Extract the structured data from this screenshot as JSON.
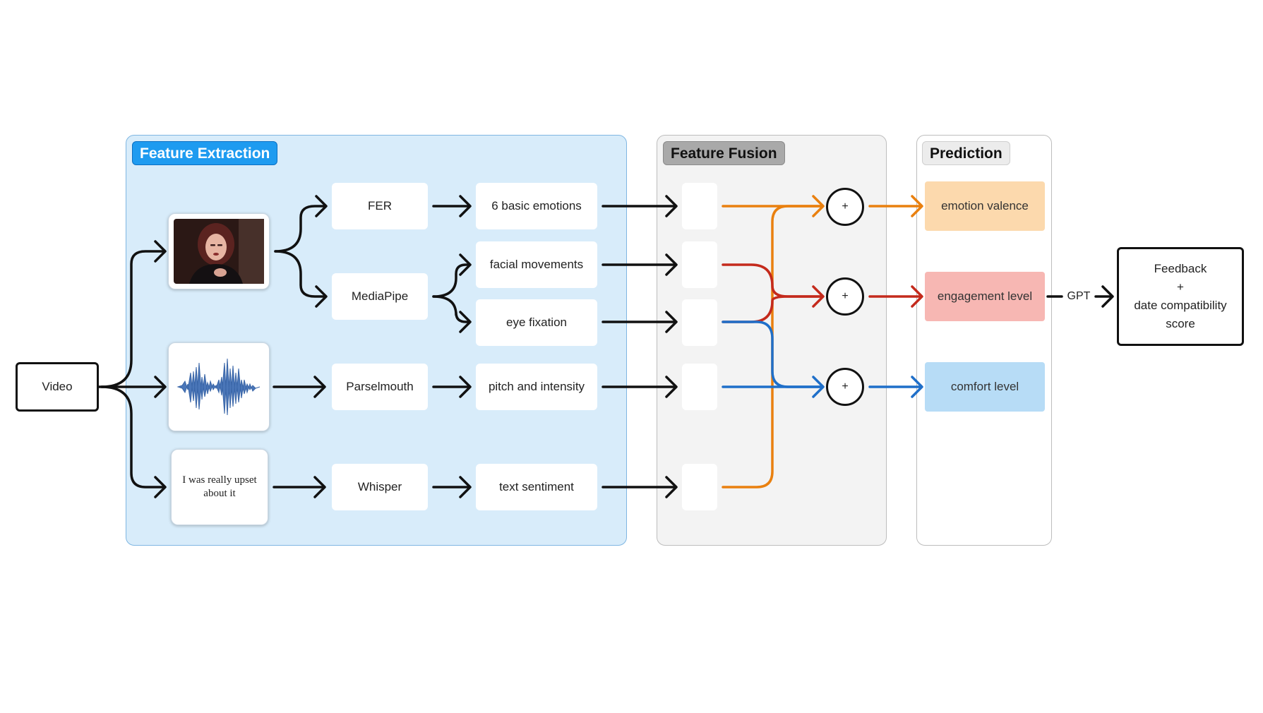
{
  "panels": {
    "extraction_title": "Feature Extraction",
    "fusion_title": "Feature Fusion",
    "prediction_title": "Prediction"
  },
  "input": {
    "label": "Video"
  },
  "extraction": {
    "transcript_text": "I was really upset about it",
    "tools": [
      "FER",
      "MediaPipe",
      "Parselmouth",
      "Whisper"
    ],
    "features": [
      "6 basic emotions",
      "facial movements",
      "eye fixation",
      "pitch and intensity",
      "text sentiment"
    ]
  },
  "fusion": {
    "operator_symbol": "+"
  },
  "prediction": {
    "emotion": "emotion valence",
    "engagement": "engagement level",
    "comfort": "comfort level"
  },
  "output": {
    "gpt_label": "GPT",
    "feedback_line1": "Feedback",
    "feedback_line2": "+",
    "feedback_line3": "date compatibility",
    "feedback_line4": "score"
  },
  "colors": {
    "arrow": "#111111",
    "emotion_stream": "#e9800f",
    "engagement_stream": "#c42a1c",
    "comfort_stream": "#1f6fc9",
    "extraction_bg": "#d8ecfa",
    "extraction_title_bg": "#1e9bf0"
  },
  "icons": {
    "face": "face-video-frame-icon",
    "audio": "audio-waveform-icon"
  }
}
